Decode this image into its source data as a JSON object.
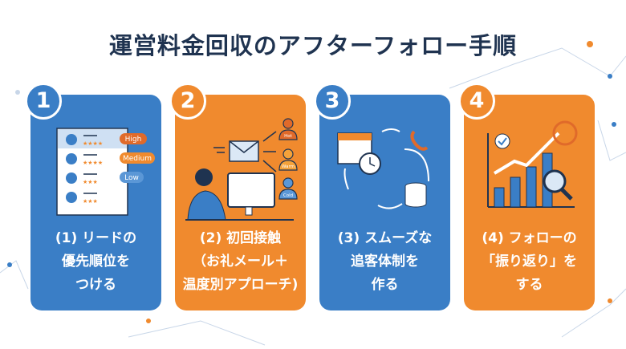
{
  "title": "運営料金回収のアフターフォロー手順",
  "colors": {
    "blue": "#3a7ec6",
    "orange": "#f08a2e",
    "navy": "#1f3350"
  },
  "steps": [
    {
      "number": "1",
      "lines": [
        "(1) リードの",
        "優先順位を",
        "つける"
      ],
      "labels": [
        "High",
        "Medium",
        "Low"
      ]
    },
    {
      "number": "2",
      "lines": [
        "(2) 初回接触",
        "（お礼メール＋",
        "温度別アプローチ)"
      ],
      "labels": [
        "Hot",
        "Warm",
        "Cold"
      ]
    },
    {
      "number": "3",
      "lines": [
        "(3) スムーズな",
        "追客体制を",
        "作る"
      ]
    },
    {
      "number": "4",
      "lines": [
        "(4) フォローの",
        "「振り返り」を",
        "する"
      ]
    }
  ]
}
